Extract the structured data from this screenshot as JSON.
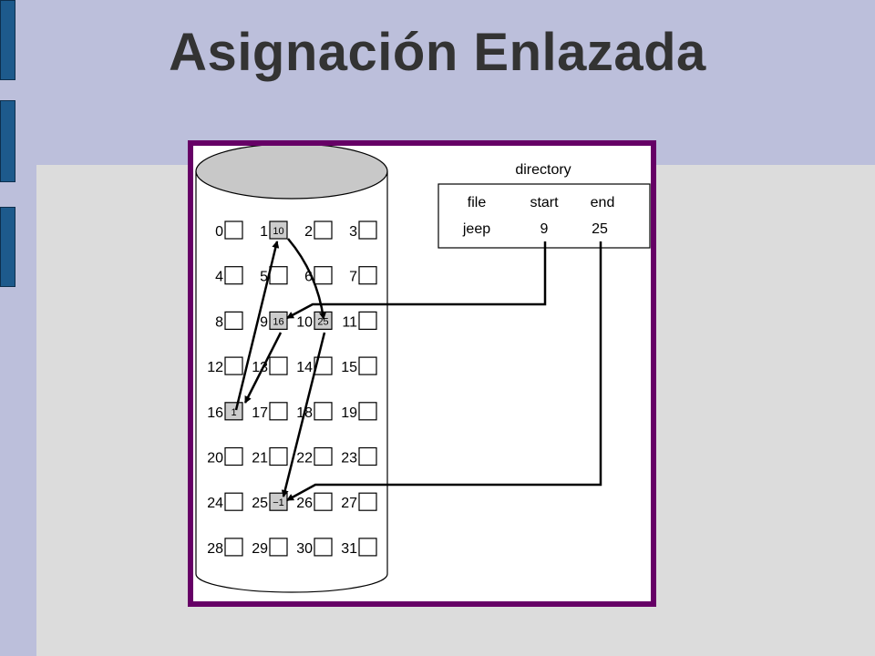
{
  "slide": {
    "title": "Asignación Enlazada"
  },
  "directory": {
    "label": "directory",
    "columns": [
      "file",
      "start",
      "end"
    ],
    "rows": [
      {
        "file": "jeep",
        "start": "9",
        "end": "25"
      }
    ]
  },
  "disk": {
    "blocks": [
      {
        "n": "0",
        "v": ""
      },
      {
        "n": "1",
        "v": "10"
      },
      {
        "n": "2",
        "v": ""
      },
      {
        "n": "3",
        "v": ""
      },
      {
        "n": "4",
        "v": ""
      },
      {
        "n": "5",
        "v": ""
      },
      {
        "n": "6",
        "v": ""
      },
      {
        "n": "7",
        "v": ""
      },
      {
        "n": "8",
        "v": ""
      },
      {
        "n": "9",
        "v": "16"
      },
      {
        "n": "10",
        "v": "25"
      },
      {
        "n": "11",
        "v": ""
      },
      {
        "n": "12",
        "v": ""
      },
      {
        "n": "13",
        "v": ""
      },
      {
        "n": "14",
        "v": ""
      },
      {
        "n": "15",
        "v": ""
      },
      {
        "n": "16",
        "v": "1"
      },
      {
        "n": "17",
        "v": ""
      },
      {
        "n": "18",
        "v": ""
      },
      {
        "n": "19",
        "v": ""
      },
      {
        "n": "20",
        "v": ""
      },
      {
        "n": "21",
        "v": ""
      },
      {
        "n": "22",
        "v": ""
      },
      {
        "n": "23",
        "v": ""
      },
      {
        "n": "24",
        "v": ""
      },
      {
        "n": "25",
        "v": "−1"
      },
      {
        "n": "26",
        "v": ""
      },
      {
        "n": "27",
        "v": ""
      },
      {
        "n": "28",
        "v": ""
      },
      {
        "n": "29",
        "v": ""
      },
      {
        "n": "30",
        "v": ""
      },
      {
        "n": "31",
        "v": ""
      }
    ],
    "chain": [
      9,
      16,
      1,
      10,
      25
    ]
  },
  "colors": {
    "frame": "#660066",
    "used_block": "#cccccc",
    "cylinder_top": "#c8c8c8"
  }
}
